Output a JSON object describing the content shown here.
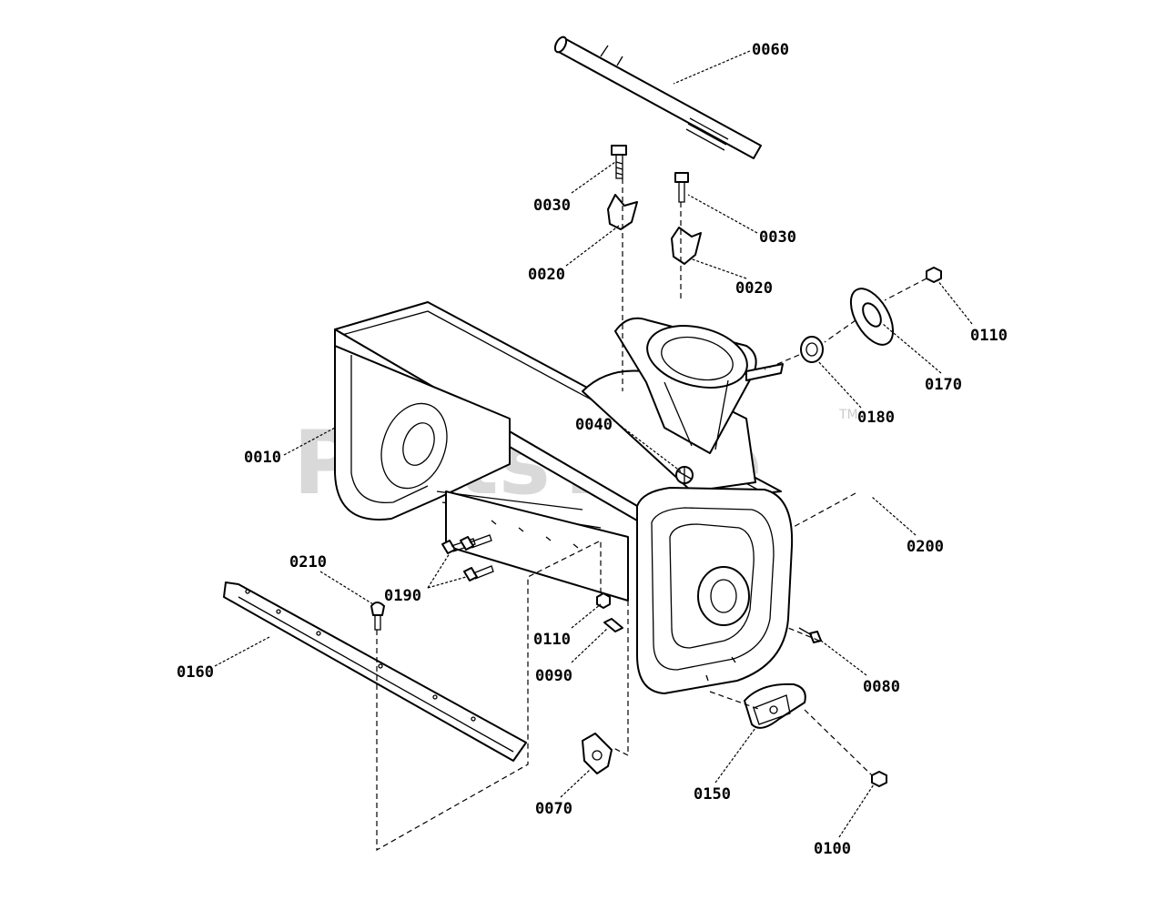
{
  "watermark": {
    "text": "PartsTree",
    "trademark": "TM"
  },
  "parts": [
    {
      "id": "p0060a",
      "label": "0060"
    },
    {
      "id": "p0030a",
      "label": "0030"
    },
    {
      "id": "p0030b",
      "label": "0030"
    },
    {
      "id": "p0020a",
      "label": "0020"
    },
    {
      "id": "p0020b",
      "label": "0020"
    },
    {
      "id": "p0110a",
      "label": "0110"
    },
    {
      "id": "p0170a",
      "label": "0170"
    },
    {
      "id": "p0180a",
      "label": "0180"
    },
    {
      "id": "p0040a",
      "label": "0040"
    },
    {
      "id": "p0010a",
      "label": "0010"
    },
    {
      "id": "p0200a",
      "label": "0200"
    },
    {
      "id": "p0210a",
      "label": "0210"
    },
    {
      "id": "p0190a",
      "label": "0190"
    },
    {
      "id": "p0110b",
      "label": "0110"
    },
    {
      "id": "p0090a",
      "label": "0090"
    },
    {
      "id": "p0080a",
      "label": "0080"
    },
    {
      "id": "p0160a",
      "label": "0160"
    },
    {
      "id": "p0150a",
      "label": "0150"
    },
    {
      "id": "p0070a",
      "label": "0070"
    },
    {
      "id": "p0100a",
      "label": "0100"
    }
  ]
}
